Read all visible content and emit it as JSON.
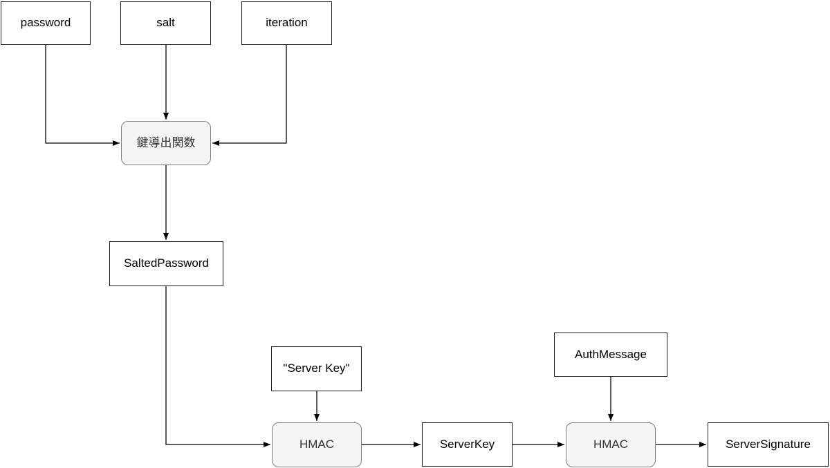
{
  "diagram": {
    "description": "Key derivation flowchart (SCRAM server signature computation)",
    "colors": {
      "background": "#ffffff",
      "box_fill": "#ffffff",
      "box_border": "#1a1a1a",
      "box_text": "#000000",
      "process_fill": "#f5f5f5",
      "process_border": "#7d7d7d",
      "process_text": "#333333",
      "connector": "#000000"
    },
    "nodes": {
      "password": {
        "label": "password",
        "shape": "rectangle"
      },
      "salt": {
        "label": "salt",
        "shape": "rectangle"
      },
      "iteration": {
        "label": "iteration",
        "shape": "rectangle"
      },
      "kdf": {
        "label": "鍵導出関数",
        "shape": "rounded"
      },
      "salted_password": {
        "label": "SaltedPassword",
        "shape": "rectangle"
      },
      "server_key_literal": {
        "label": "\"Server Key\"",
        "shape": "rectangle"
      },
      "hmac1": {
        "label": "HMAC",
        "shape": "rounded"
      },
      "server_key": {
        "label": "ServerKey",
        "shape": "rectangle"
      },
      "auth_message": {
        "label": "AuthMessage",
        "shape": "rectangle"
      },
      "hmac2": {
        "label": "HMAC",
        "shape": "rounded"
      },
      "server_signature": {
        "label": "ServerSignature",
        "shape": "rectangle"
      }
    },
    "edges": [
      {
        "from": "password",
        "to": "kdf"
      },
      {
        "from": "salt",
        "to": "kdf"
      },
      {
        "from": "iteration",
        "to": "kdf"
      },
      {
        "from": "kdf",
        "to": "salted_password"
      },
      {
        "from": "salted_password",
        "to": "hmac1"
      },
      {
        "from": "server_key_literal",
        "to": "hmac1"
      },
      {
        "from": "hmac1",
        "to": "server_key"
      },
      {
        "from": "server_key",
        "to": "hmac2"
      },
      {
        "from": "auth_message",
        "to": "hmac2"
      },
      {
        "from": "hmac2",
        "to": "server_signature"
      }
    ]
  }
}
